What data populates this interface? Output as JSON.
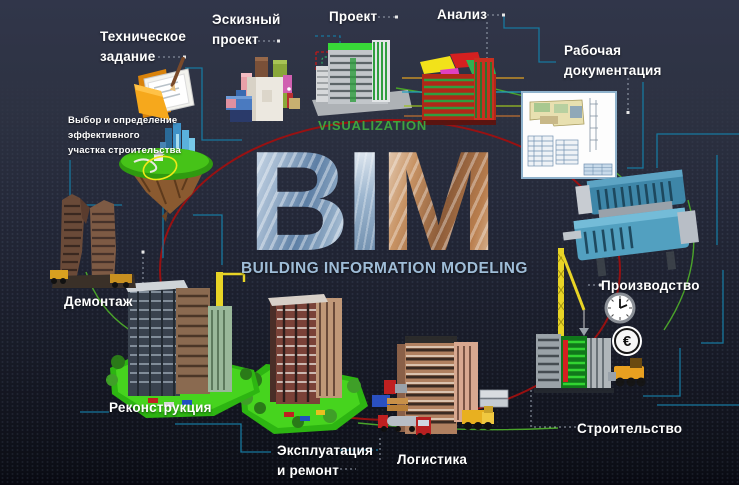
{
  "diagram": {
    "center": {
      "letters": [
        "B",
        "I",
        "M"
      ],
      "subtitle": "BUILDING INFORMATION MODELING",
      "visualization_label": "VISUALIZATION"
    },
    "stages": {
      "site_selection": "Выбор и определение\nэффективного\nучастка строительства",
      "tech_task": "Техническое\nзадание",
      "sketch_project": "Эскизный\nпроект",
      "project": "Проект",
      "analysis": "Анализ",
      "working_docs": "Рабочая\nдокументация",
      "production": "Производство",
      "construction": "Строительство",
      "logistics": "Логистика",
      "operation": "Эксплуатация\nи ремонт",
      "reconstruction": "Реконструкция",
      "demolition": "Демонтаж"
    },
    "symbols": {
      "euro": "€"
    },
    "colors": {
      "background_top": "#31364a",
      "background_bottom": "#0c0e16",
      "label_text": "#ffffff",
      "subtitle_blue": "#9fbdd8",
      "visualization_green": "#3fa33f",
      "lifecycle_loop_red": "#9e1010",
      "connector_teal": "#17789f",
      "connector_green": "#4aa32a"
    }
  }
}
